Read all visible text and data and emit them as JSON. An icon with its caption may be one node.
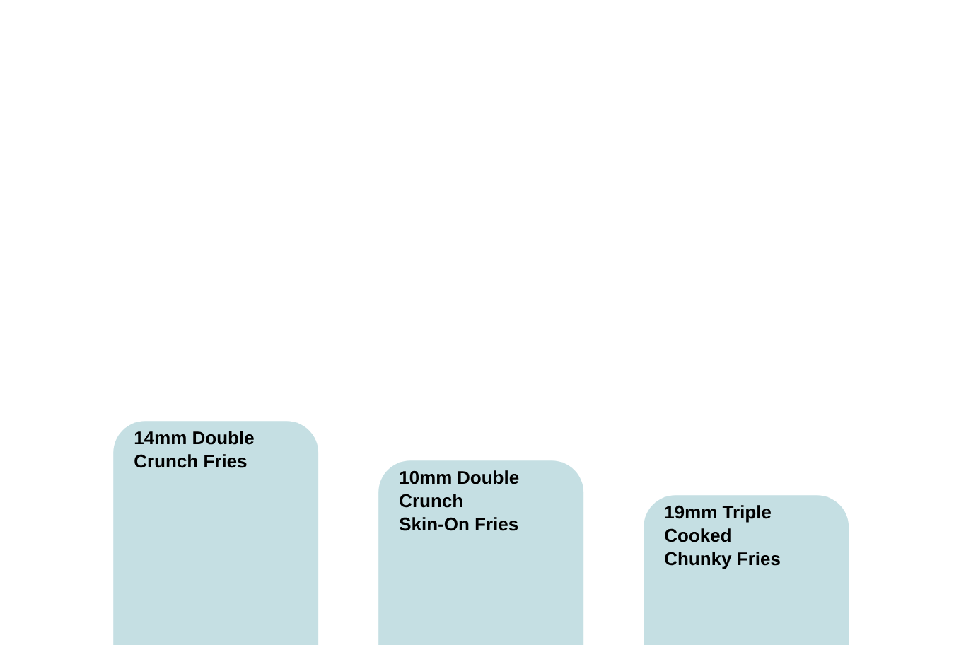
{
  "diagram": {
    "nodes": [
      {
        "text": [
          "14mm Double Crunch Fries"
        ]
      },
      {
        "text": [
          "10mm Double Crunch Skin-On Fries"
        ]
      },
      {
        "text": [
          "19mm Triple Cooked Chunky Fries"
        ]
      }
    ]
  }
}
